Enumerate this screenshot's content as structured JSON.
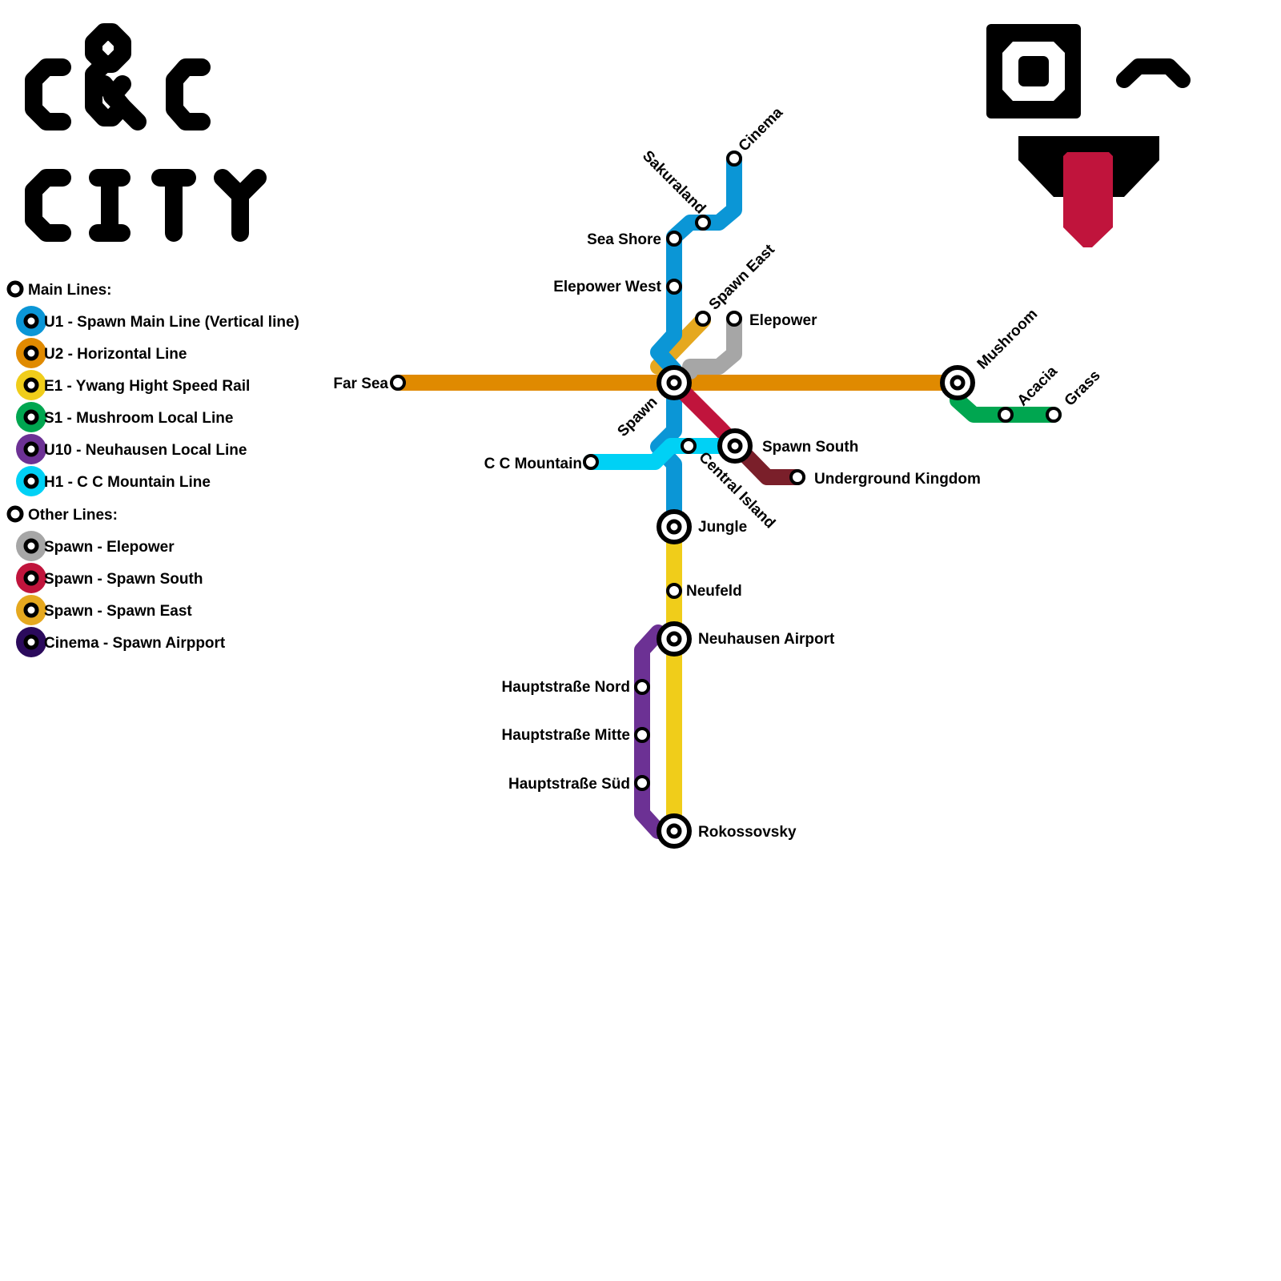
{
  "map": {
    "title_line1": "C&C",
    "title_line2": "CITY"
  },
  "legend": {
    "main_heading": "Main Lines:",
    "other_heading": "Other Lines:",
    "main_lines": [
      {
        "label": "U1 - Spawn Main Line (Vertical line)",
        "color": "#0b96d6"
      },
      {
        "label": "U2 - Horizontal Line",
        "color": "#e08a00"
      },
      {
        "label": "E1 - Ywang Hight Speed Rail",
        "color": "#f0cd1a"
      },
      {
        "label": "S1 - Mushroom Local Line",
        "color": "#00a650"
      },
      {
        "label": "U10 - Neuhausen Local Line",
        "color": "#6c3194"
      },
      {
        "label": "H1 - C C Mountain Line",
        "color": "#00d1f5"
      }
    ],
    "other_lines": [
      {
        "label": "Spawn - Elepower",
        "color": "#a6a6a6"
      },
      {
        "label": "Spawn - Spawn South",
        "color": "#c0143c"
      },
      {
        "label": "Spawn - Spawn East",
        "color": "#e5a81f"
      },
      {
        "label": "Cinema - Spawn Airpport",
        "color": "#2b0a5c"
      }
    ]
  },
  "stations": {
    "cinema": "Cinema",
    "sakuraland": "Sakuraland",
    "sea_shore": "Sea Shore",
    "elepower_west": "Elepower West",
    "spawn_east": "Spawn East",
    "elepower": "Elepower",
    "far_sea": "Far Sea",
    "spawn": "Spawn",
    "mushroom": "Mushroom",
    "acacia": "Acacia",
    "grass": "Grass",
    "c_c_mountain": "C C Mountain",
    "central_island": "Central Island",
    "spawn_south": "Spawn South",
    "underground_kingdom": "Underground Kingdom",
    "jungle": "Jungle",
    "neufeld": "Neufeld",
    "neuhausen_airport": "Neuhausen Airport",
    "hauptstrasse_nord": "Hauptstraße Nord",
    "hauptstrasse_mitte": "Hauptstraße Mitte",
    "hauptstrasse_sued": "Hauptstraße Süd",
    "rokossovsky": "Rokossovsky"
  },
  "colors": {
    "u1": "#0b96d6",
    "u2": "#e08a00",
    "e1": "#f0cd1a",
    "s1": "#00a650",
    "u10": "#6c3194",
    "h1": "#00d1f5",
    "spawn_elepower": "#a6a6a6",
    "spawn_south": "#c0143c",
    "spawn_east": "#e5a81f",
    "underground": "#7a1f2a",
    "logo_tongue": "#c0143c"
  }
}
